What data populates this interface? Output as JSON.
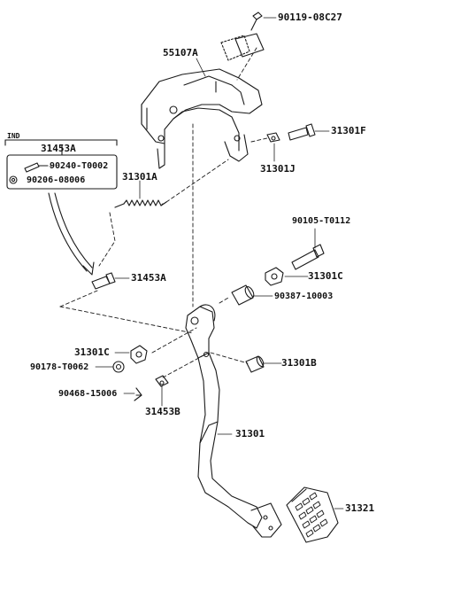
{
  "inset_header": "IND",
  "colors": {
    "ink": "#1a1a1a",
    "background": "#ffffff"
  },
  "labels": {
    "p90119_08c27": "90119-08C27",
    "p55107a": "55107A",
    "p31453a_top": "31453A",
    "p90240_t0002": "90240-T0002",
    "p90206_08006": "90206-08006",
    "p31301f": "31301F",
    "p31301j": "31301J",
    "p31301a": "31301A",
    "p90105_t0112": "90105-T0112",
    "p31301c_right": "31301C",
    "p31453a_mid": "31453A",
    "p90387_10003": "90387-10003",
    "p31301c_left": "31301C",
    "p31301b": "31301B",
    "p90178_t0062": "90178-T0062",
    "p90468_15006": "90468-15006",
    "p31453b": "31453B",
    "p31301": "31301",
    "p31321": "31321"
  }
}
